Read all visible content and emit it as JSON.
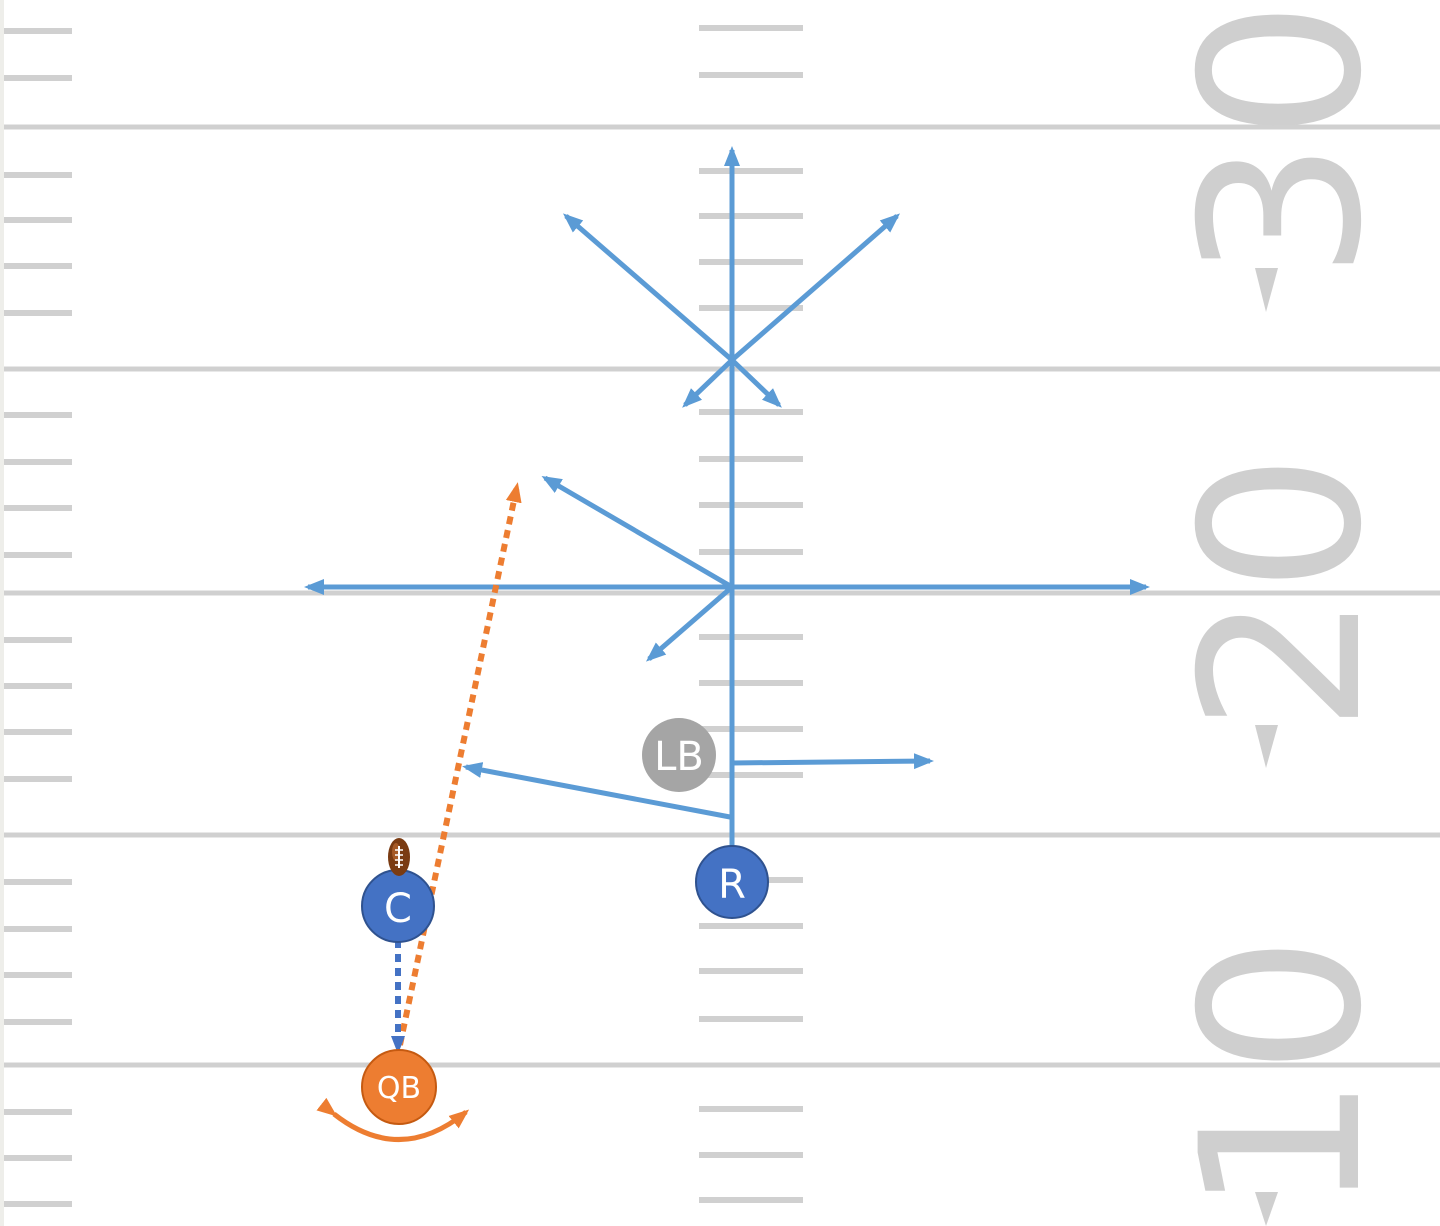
{
  "field": {
    "yard_numbers": [
      "30",
      "20",
      "10"
    ],
    "line_color": "#d0d0d0",
    "number_color": "#cfcfcf"
  },
  "players": {
    "center": {
      "label": "C",
      "color": "#4472c4",
      "has_ball": true
    },
    "receiver": {
      "label": "R",
      "color": "#4472c4"
    },
    "linebacker": {
      "label": "LB",
      "color": "#a5a5a5"
    },
    "quarterback": {
      "label": "QB",
      "color": "#ed7d31"
    }
  },
  "routes": {
    "receiver_color": "#5b9bd5",
    "pass_color": "#ed7d31",
    "snap_color": "#4472c4"
  },
  "icons": {
    "football": "football-icon"
  }
}
